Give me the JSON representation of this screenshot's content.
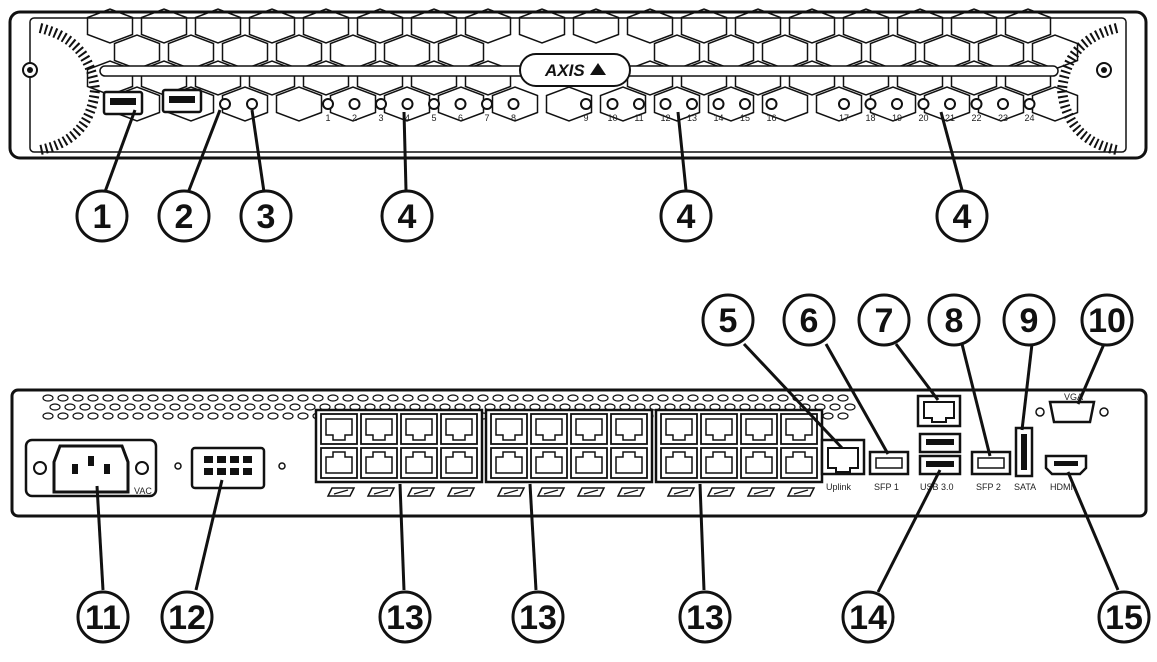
{
  "front_panel": {
    "brand": "AXIS",
    "led_labels_group1": [
      "1",
      "2",
      "3",
      "4",
      "5",
      "6",
      "7",
      "8"
    ],
    "led_labels_group2": [
      "9",
      "10",
      "11",
      "12",
      "13",
      "14",
      "15",
      "16"
    ],
    "led_labels_group3": [
      "17",
      "18",
      "19",
      "20",
      "21",
      "22",
      "23",
      "24"
    ]
  },
  "back_panel": {
    "power_label": "VAC",
    "uplink_label": "Uplink",
    "sfp1_label": "SFP 1",
    "usb_label": "USB 3.0",
    "sfp2_label": "SFP 2",
    "sata_label": "SATA",
    "vga_label": "VGA",
    "hdmi_label": "HDMI"
  },
  "callouts_top": [
    "1",
    "2",
    "3",
    "4",
    "4",
    "4"
  ],
  "callouts_mid": [
    "5",
    "6",
    "7",
    "8",
    "9",
    "10"
  ],
  "callouts_bottom": [
    "11",
    "12",
    "13",
    "13",
    "13",
    "14",
    "15"
  ]
}
